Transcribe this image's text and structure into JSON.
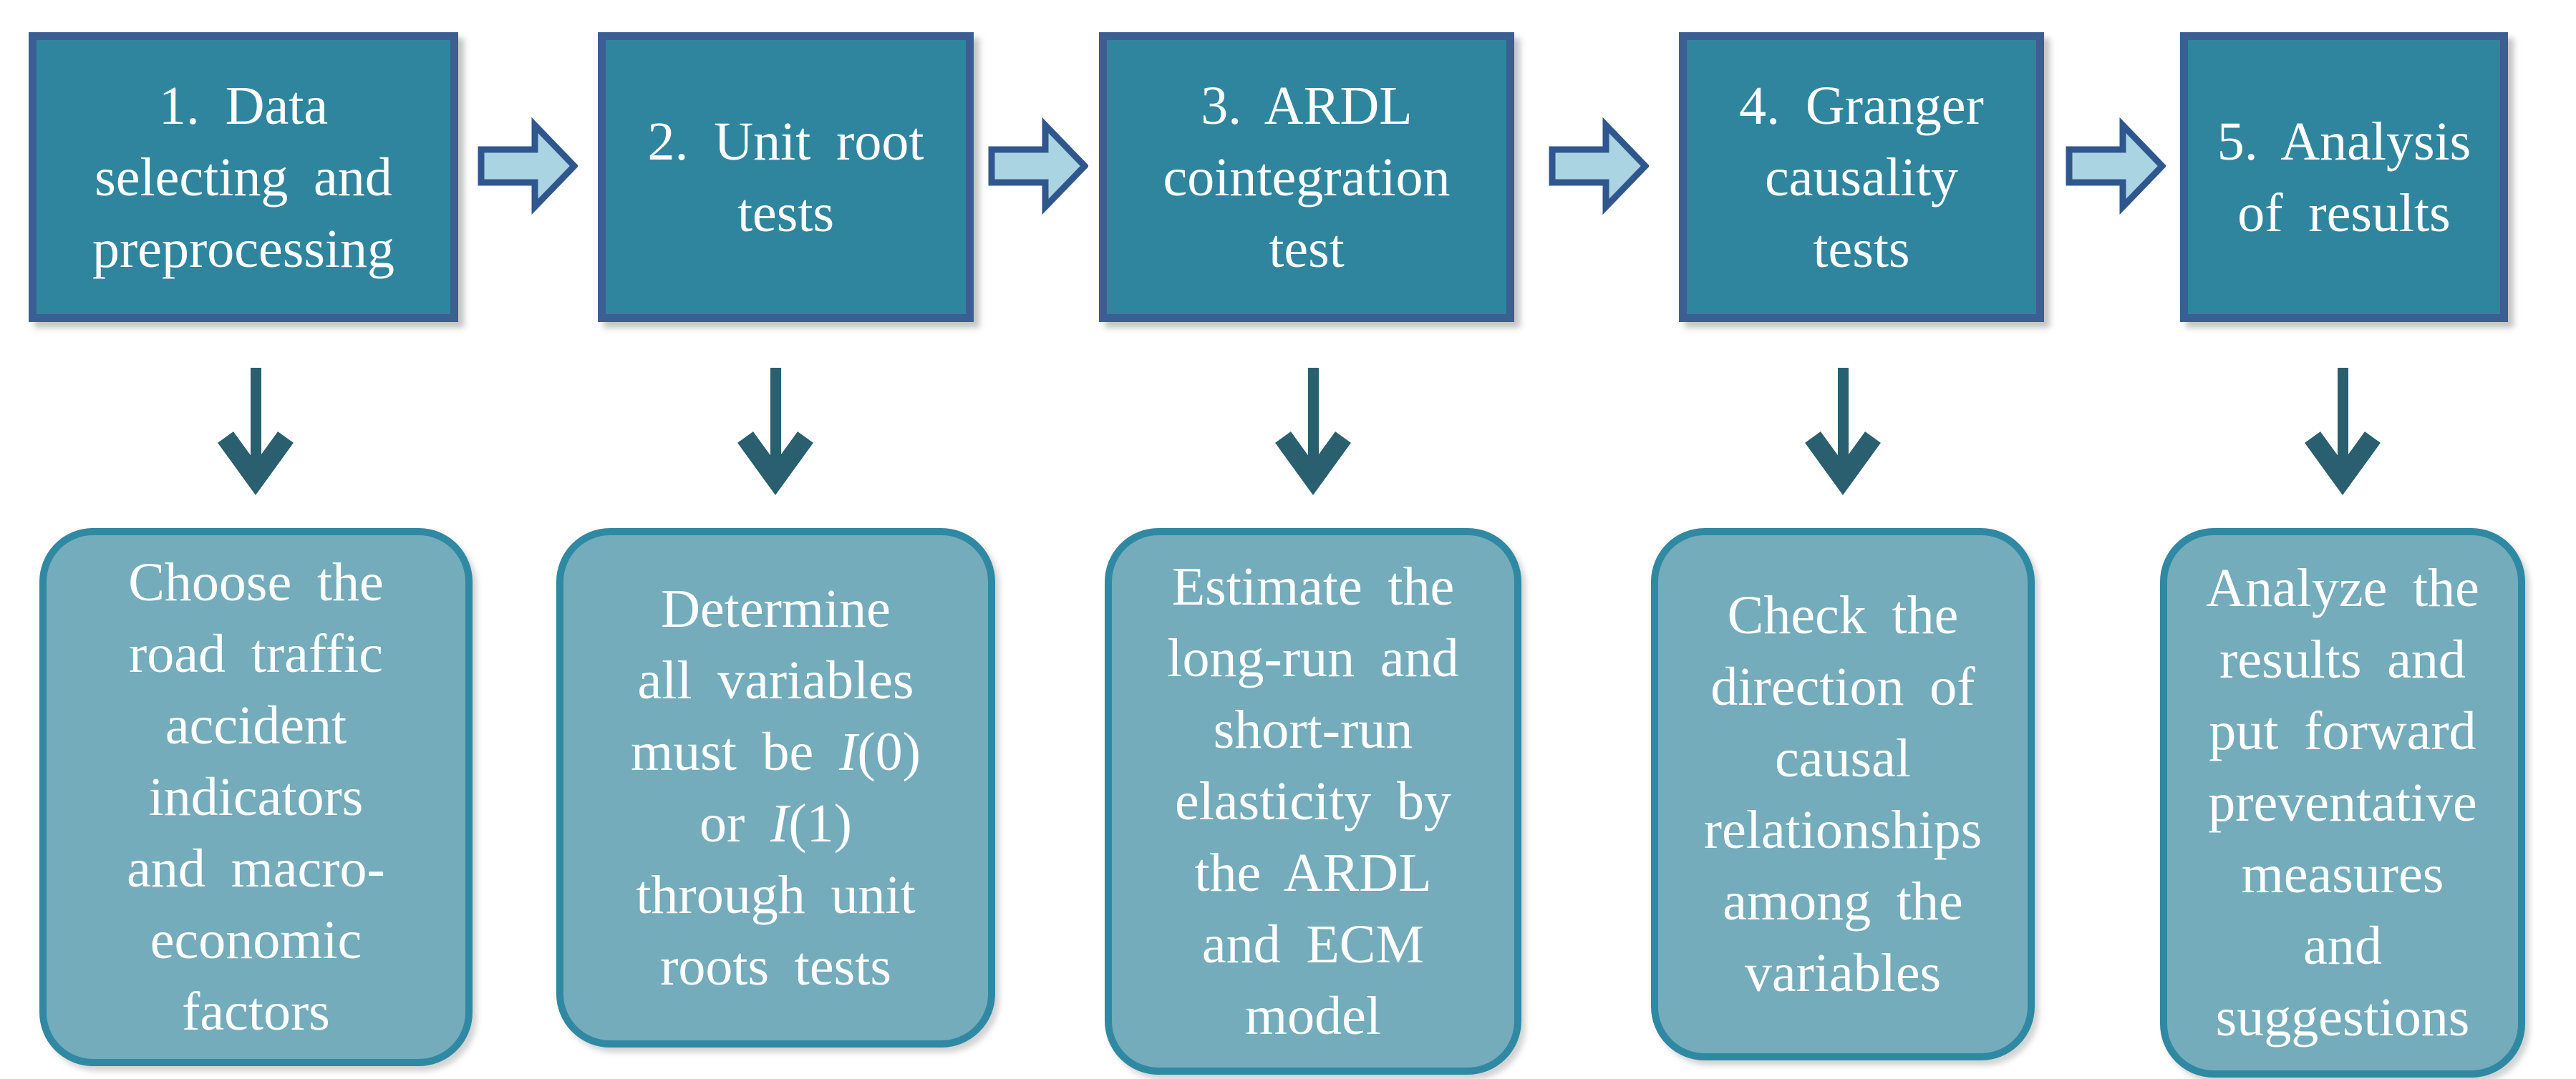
{
  "diagram": {
    "type": "flowchart",
    "background": "#ffffff",
    "colors": {
      "step_box_fill": "#30859E",
      "step_box_border": "#3B5F92",
      "flow_arrow_fill": "#AAD4E2",
      "flow_arrow_border": "#30578D",
      "down_arrow": "#2A5F70",
      "detail_box_fill": "#74ACBB",
      "detail_box_border": "#3089A3",
      "text": "#FFFFFF"
    },
    "steps": [
      {
        "box_lines": [
          "1. Data",
          "selecting and",
          "preprocessing"
        ],
        "detail_lines": [
          "Choose the",
          "road traffic",
          "accident",
          "indicators",
          "and macro-",
          "economic",
          "factors"
        ]
      },
      {
        "box_lines": [
          "2. Unit root",
          "tests"
        ],
        "detail_lines": [
          "Determine",
          "all variables",
          [
            "must be ",
            {
              "i": "I"
            },
            "(0)"
          ],
          [
            "or ",
            {
              "i": "I"
            },
            "(1)"
          ],
          "through unit",
          "roots tests"
        ]
      },
      {
        "box_lines": [
          "3. ARDL",
          "cointegration",
          "test"
        ],
        "detail_lines": [
          "Estimate the",
          "long-run and",
          "short-run",
          "elasticity by",
          "the ARDL",
          "and ECM",
          "model"
        ]
      },
      {
        "box_lines": [
          "4. Granger",
          "causality",
          "tests"
        ],
        "detail_lines": [
          "Check the",
          "direction of",
          "causal",
          "relationships",
          "among the",
          "variables"
        ]
      },
      {
        "box_lines": [
          "5. Analysis",
          "of results"
        ],
        "detail_lines": [
          "Analyze the",
          "results and",
          "put forward",
          "preventative",
          "measures",
          "and",
          "suggestions"
        ]
      }
    ]
  }
}
